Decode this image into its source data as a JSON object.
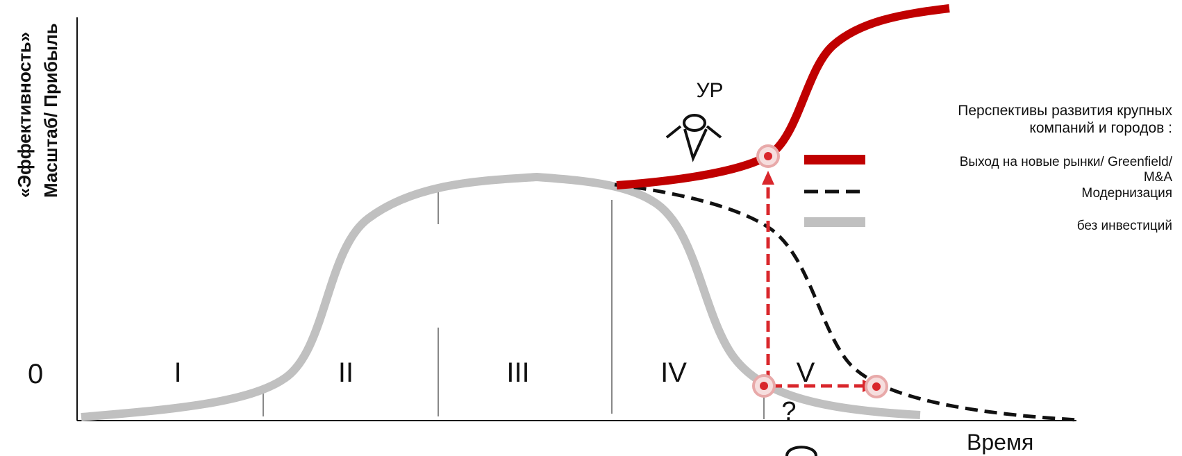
{
  "y_axis_label_line1": "«Эффективность»",
  "y_axis_label_line2": "Масштаб/ Прибыль",
  "x_axis_label": "Время",
  "origin_label": "0",
  "phases": [
    "I",
    "II",
    "III",
    "IV",
    "V"
  ],
  "actor_label": "УР",
  "question_mark": "?",
  "legend": {
    "title_line1": "Перспективы развития крупных",
    "title_line2": "компаний и городов :",
    "items": [
      {
        "label_line1": "Выход на новые рынки/ Greenfield/",
        "label_line2": "M&A",
        "color": "#c00000",
        "style": "solid-thick"
      },
      {
        "label_line1": "Модернизация",
        "label_line2": "",
        "color": "#111111",
        "style": "dashed"
      },
      {
        "label_line1": "без инвестиций",
        "label_line2": "",
        "color": "#c0c0c0",
        "style": "solid-thick"
      }
    ]
  },
  "colors": {
    "red": "#c00000",
    "grey": "#c0c0c0",
    "black": "#111111",
    "arrow_red": "#d9262b",
    "ring_pink": "#e8a9a9"
  }
}
